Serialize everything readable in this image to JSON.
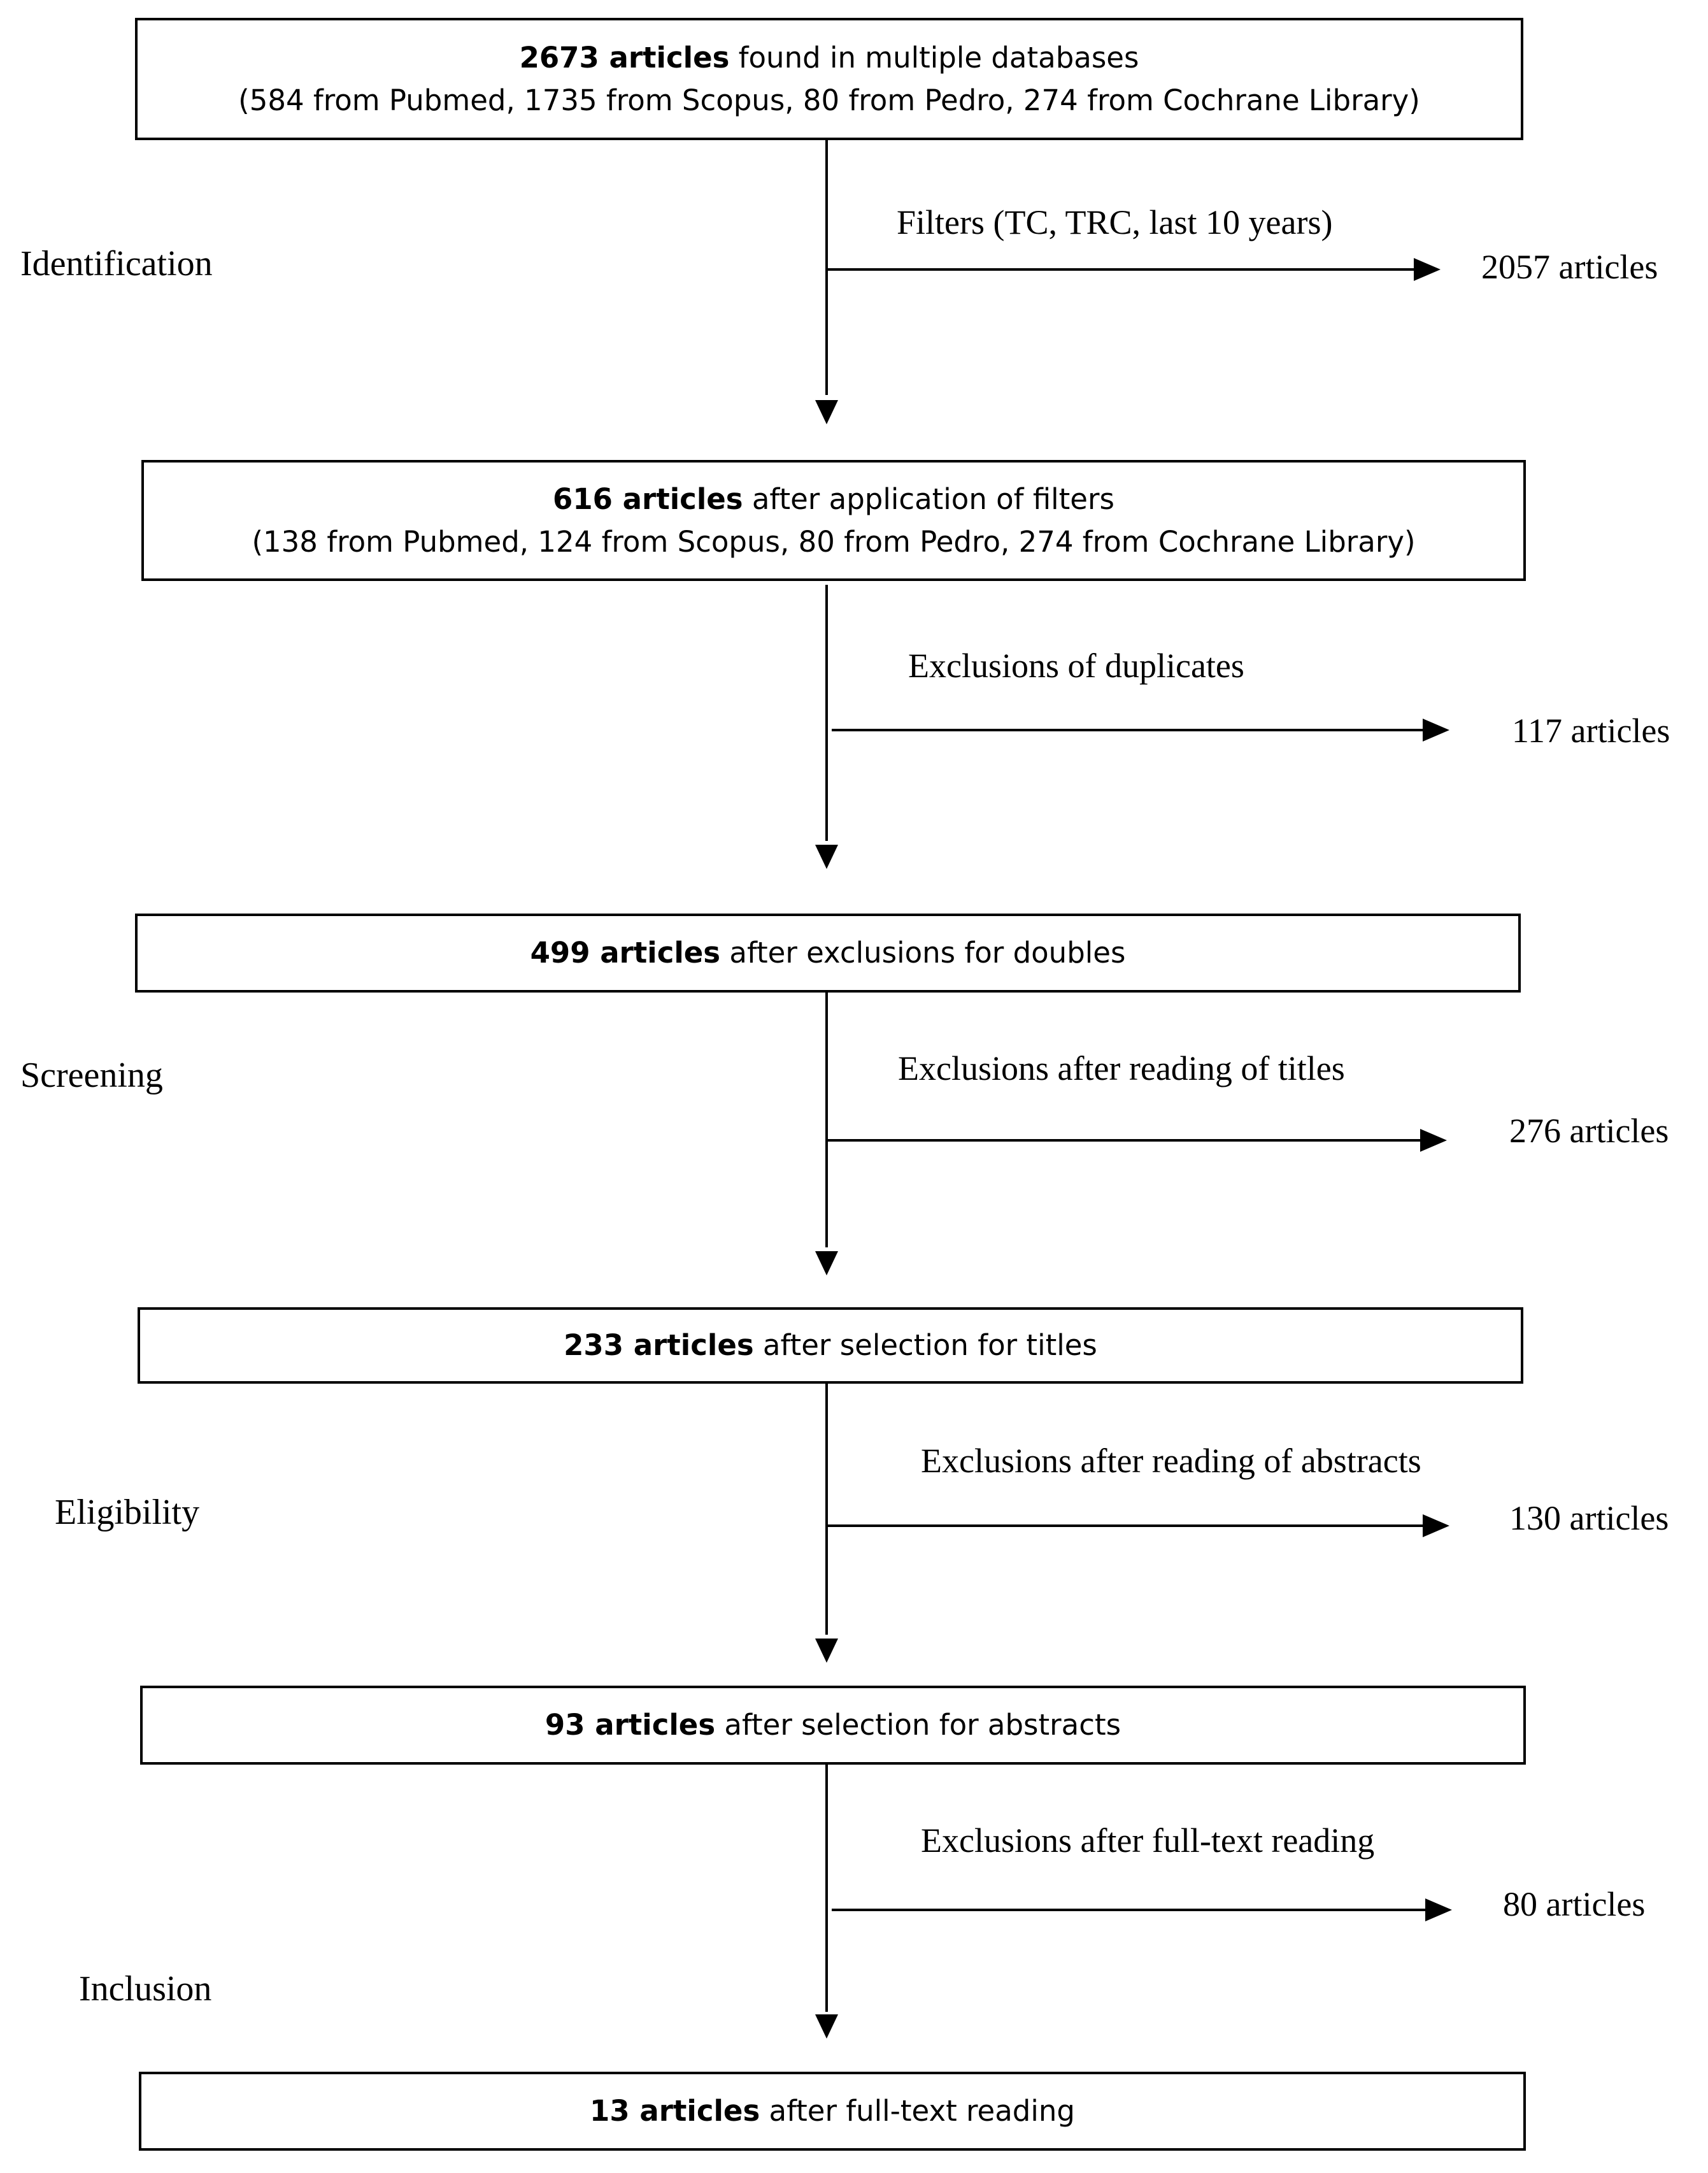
{
  "stages": [
    "Identification",
    "Screening",
    "Eligibility",
    "Inclusion"
  ],
  "boxes": [
    {
      "bold": "2673 articles",
      "rest": " found in multiple databases",
      "detail": "(584 from Pubmed, 1735 from Scopus, 80 from Pedro, 274 from Cochrane Library)"
    },
    {
      "bold": "616 articles",
      "rest": " after application of filters",
      "detail": "(138 from Pubmed, 124 from Scopus, 80 from Pedro, 274 from Cochrane Library)"
    },
    {
      "bold": "499 articles",
      "rest": " after exclusions for doubles",
      "detail": ""
    },
    {
      "bold": "233 articles",
      "rest": " after selection for titles",
      "detail": ""
    },
    {
      "bold": "93 articles",
      "rest": " after selection for abstracts",
      "detail": ""
    },
    {
      "bold": "13 articles",
      "rest": " after full-text reading",
      "detail": ""
    }
  ],
  "exclusions": [
    {
      "label": "Filters (TC, TRC, last 10 years)",
      "count": "2057 articles"
    },
    {
      "label": "Exclusions of duplicates",
      "count": "117 articles"
    },
    {
      "label": "Exclusions after reading of titles",
      "count": "276 articles"
    },
    {
      "label": "Exclusions after reading of abstracts",
      "count": "130 articles"
    },
    {
      "label": "Exclusions after full-text reading",
      "count": "80 articles"
    }
  ]
}
